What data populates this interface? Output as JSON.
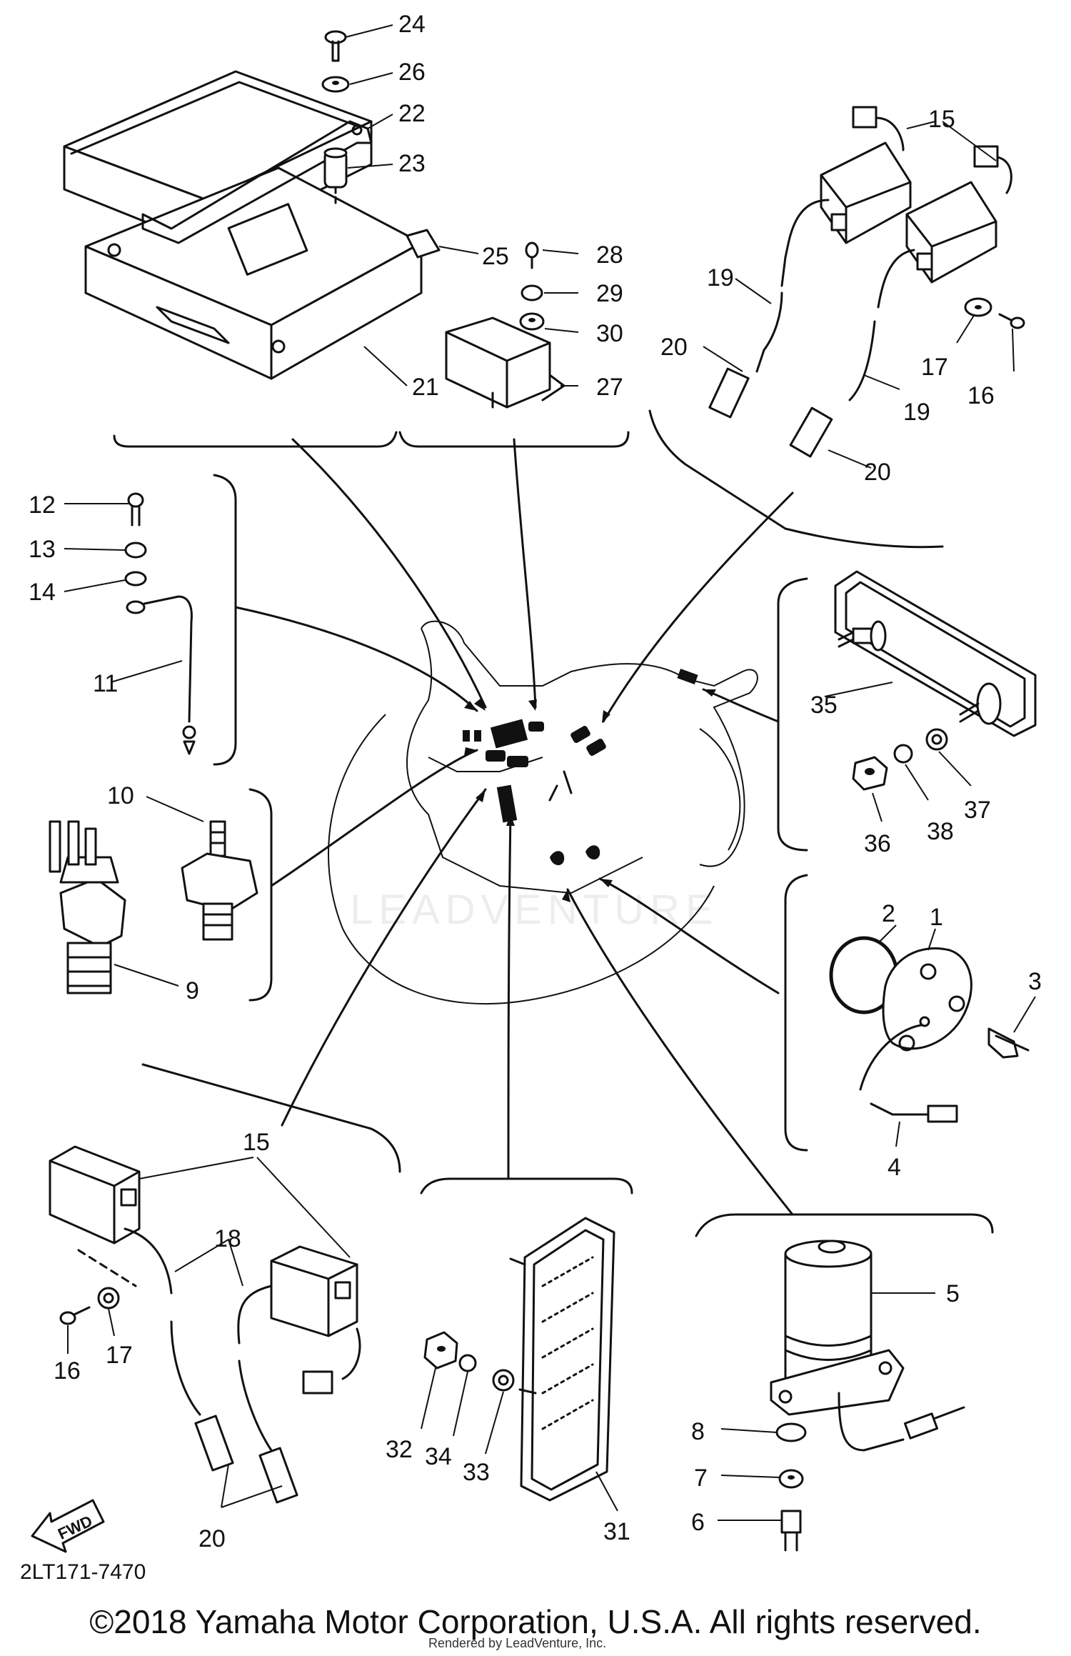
{
  "diagram": {
    "reference_code": "2LT171-7470",
    "copyright": "©2018 Yamaha Motor Corporation, U.S.A. All rights reserved.",
    "rendered_by": "Rendered by LeadVenture, Inc.",
    "watermark": "LEADVENTURE",
    "fwd_label": "FWD",
    "callouts": [
      "1",
      "2",
      "3",
      "4",
      "5",
      "6",
      "7",
      "8",
      "9",
      "10",
      "11",
      "12",
      "13",
      "14",
      "15",
      "15",
      "16",
      "16",
      "17",
      "17",
      "18",
      "19",
      "19",
      "20",
      "20",
      "20",
      "21",
      "22",
      "23",
      "24",
      "25",
      "26",
      "27",
      "28",
      "29",
      "30",
      "31",
      "32",
      "33",
      "34",
      "35",
      "36",
      "37",
      "38"
    ]
  }
}
